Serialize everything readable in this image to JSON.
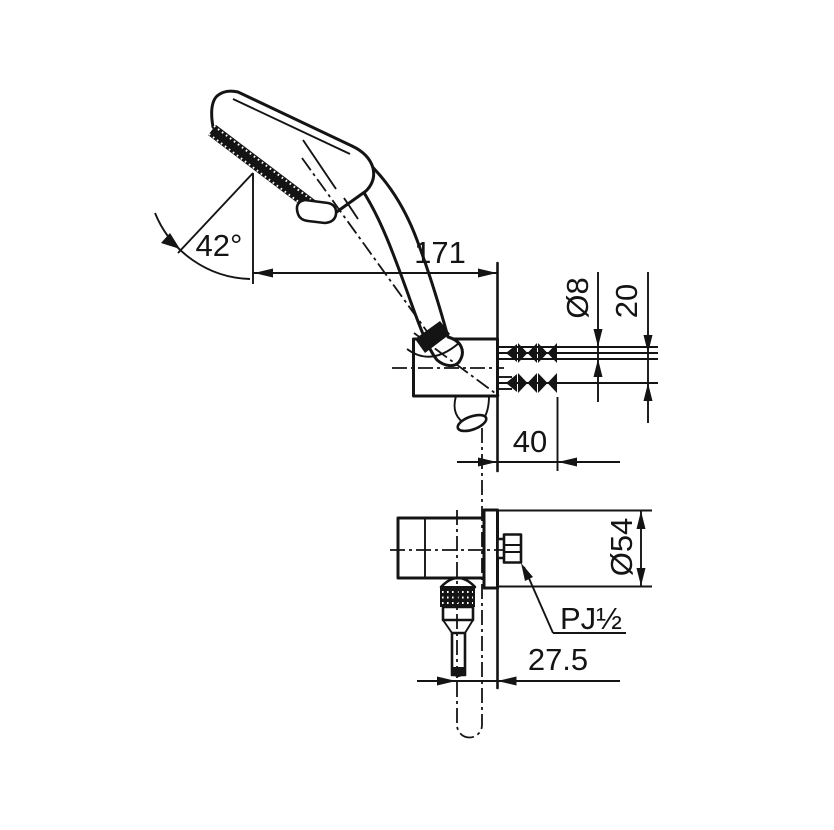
{
  "drawing": {
    "description": "Dimensioned technical line drawing: hand shower resting in a wall bracket (side view) above a wall-mounted stop valve with hose loop",
    "colors": {
      "line": "#141414",
      "background": "#ffffff"
    },
    "labels": {
      "spray_angle": "42°",
      "reach": "171",
      "hole_diameter": "Ø8",
      "hole_spacing": "20",
      "embed_depth": "40",
      "valve_diameter": "Ø54",
      "thread_type": "PJ½",
      "outlet_offset": "27.5"
    }
  }
}
